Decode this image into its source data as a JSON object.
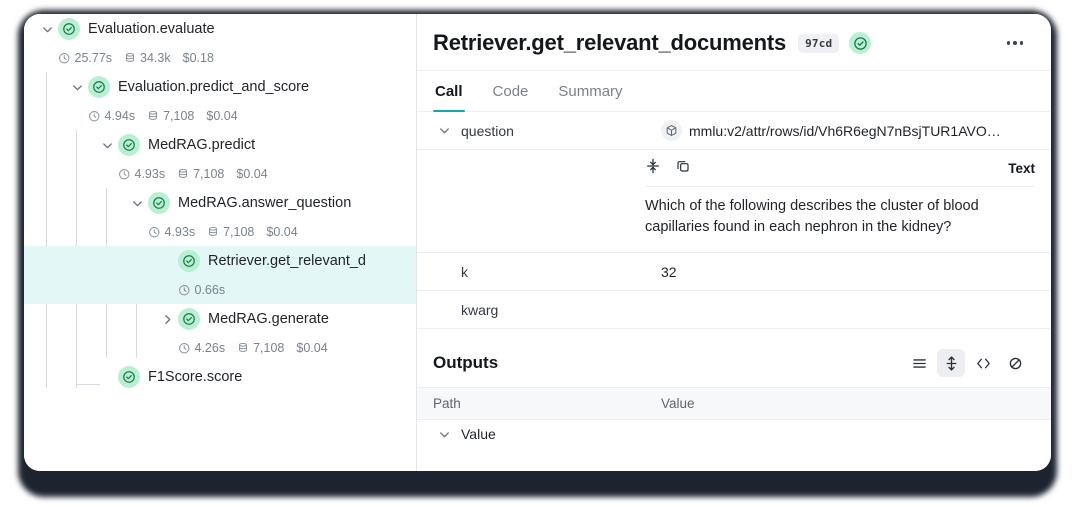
{
  "trace_tree": {
    "nodes": [
      {
        "label": "Evaluation.evaluate",
        "depth": 0,
        "expanded": true,
        "status": "success",
        "selected": false,
        "meta": {
          "duration": "25.77s",
          "tokens": "34.3k",
          "cost": "$0.18"
        }
      },
      {
        "label": "Evaluation.predict_and_score",
        "depth": 1,
        "expanded": true,
        "status": "success",
        "selected": false,
        "meta": {
          "duration": "4.94s",
          "tokens": "7,108",
          "cost": "$0.04"
        }
      },
      {
        "label": "MedRAG.predict",
        "depth": 2,
        "expanded": true,
        "status": "success",
        "selected": false,
        "meta": {
          "duration": "4.93s",
          "tokens": "7,108",
          "cost": "$0.04"
        }
      },
      {
        "label": "MedRAG.answer_question",
        "depth": 3,
        "expanded": true,
        "status": "success",
        "selected": false,
        "meta": {
          "duration": "4.93s",
          "tokens": "7,108",
          "cost": "$0.04"
        }
      },
      {
        "label": "Retriever.get_relevant_d",
        "depth": 4,
        "expanded": null,
        "status": "success",
        "selected": true,
        "meta": {
          "duration": "0.66s",
          "tokens": "",
          "cost": ""
        }
      },
      {
        "label": "MedRAG.generate",
        "depth": 4,
        "expanded": false,
        "status": "success",
        "selected": false,
        "meta": {
          "duration": "4.26s",
          "tokens": "7,108",
          "cost": "$0.04"
        }
      },
      {
        "label": "F1Score.score",
        "depth": 2,
        "expanded": null,
        "status": "success",
        "selected": false,
        "meta": {
          "duration": "",
          "tokens": "",
          "cost": ""
        }
      }
    ]
  },
  "detail": {
    "title": "Retriever.get_relevant_documents",
    "hash_badge": "97cd",
    "status": "success",
    "menu_icon": "kebab-menu-icon",
    "tabs": [
      {
        "label": "Call",
        "active": true
      },
      {
        "label": "Code",
        "active": false
      },
      {
        "label": "Summary",
        "active": false
      }
    ],
    "inputs": [
      {
        "key": "question",
        "expanded": true,
        "value_ref": "mmlu:v2/attr/rows/id/Vh6R6egN7nBsjTUR1AVO…",
        "has_ref_icon": true
      },
      {
        "key": "k",
        "expanded": null,
        "value": "32",
        "has_ref_icon": false
      },
      {
        "key": "kwarg",
        "expanded": null,
        "value": "",
        "has_ref_icon": false
      }
    ],
    "expanded_text": {
      "kind_label": "Text",
      "collapse_icon": "collapse-vertical-icon",
      "copy_icon": "copy-icon",
      "content": "Which of the following describes the cluster of blood capillaries found in each nephron in the kidney?"
    },
    "outputs": {
      "title": "Outputs",
      "view_icons": [
        {
          "name": "list-view-icon",
          "active": false
        },
        {
          "name": "expand-vertical-icon",
          "active": true
        },
        {
          "name": "code-view-icon",
          "active": false
        },
        {
          "name": "hide-icon",
          "active": false
        }
      ],
      "columns": [
        "Path",
        "Value"
      ],
      "rows": [
        {
          "path": "Value",
          "expanded": true,
          "value": ""
        }
      ]
    }
  },
  "colors": {
    "accent": "#13a9ad",
    "success_bg": "#b9f0d4",
    "success_fg": "#1d7a4c",
    "selected_row": "#e3f7f6",
    "frame": "#1d2430"
  }
}
